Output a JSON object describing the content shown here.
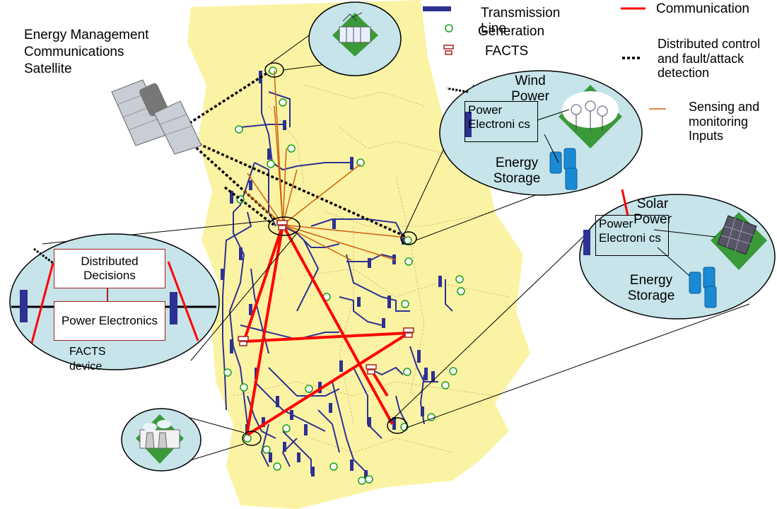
{
  "legend": {
    "transmission_line": "Transmission Line",
    "generation": "Generation",
    "facts": "FACTS",
    "communication": "Communication",
    "distributed_control": "Distributed control and fault/attack detection",
    "sensing": "Sensing and monitoring Inputs"
  },
  "satellite": {
    "label": "Energy Management Communications Satellite"
  },
  "facts_detail": {
    "distributed_decisions": "Distributed Decisions",
    "power_electronics": "Power Electronics",
    "device_label": "FACTS device"
  },
  "wind_detail": {
    "title": "Wind Power",
    "power_electronics": "Power Electroni cs",
    "storage": "Energy Storage"
  },
  "solar_detail": {
    "title": "Solar Power",
    "power_electronics": "Power Electroni cs",
    "storage": "Energy Storage"
  },
  "colors": {
    "region": "#fbf3a4",
    "bus": "#2e3192",
    "communication": "#ff0000",
    "sensing": "#d06010",
    "callout": "#c6e4ea",
    "generator": "#1aa01a"
  }
}
